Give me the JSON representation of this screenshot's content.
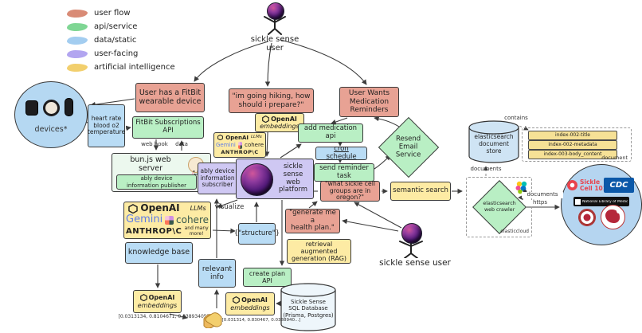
{
  "legend": {
    "items": [
      {
        "label": "user flow",
        "color": "#d98b76"
      },
      {
        "label": "api/service",
        "color": "#7fd694"
      },
      {
        "label": "data/static",
        "color": "#a3cdf0"
      },
      {
        "label": "user-facing",
        "color": "#b2a5f0"
      },
      {
        "label": "artificial intelligence",
        "color": "#f2cf6d"
      }
    ]
  },
  "users": {
    "top": "sickle sense user",
    "bottom": "sickle sense user"
  },
  "nodes": {
    "fitbit_user": "User has a FitBit\nwearable device",
    "devices": "devices*",
    "vitals": "heart rate\nblood o2\ntemperature",
    "fitbit_api": "FitBit Subscriptions API",
    "web_hook": "web hook",
    "data": "data",
    "bun_server": "bun.js web\nserver",
    "ably_publisher": "ably device\ninformation publisher",
    "ably_subscriber": "ably device\ninformation\nsubscriber",
    "web_platform": "sickle sense\nweb platform",
    "hiking_question": "\"im going hiking, how\nshould i prepare?\"",
    "add_medication_api": "add medication api",
    "cron_schedule": "cron schedule",
    "send_reminder_task": "send reminder task",
    "medication_reminders": "User Wants\nMedication\nReminders",
    "resend_email": "Resend\nEmail\nService",
    "groups_question": "\"what sickle cell\ngroups are in oregon?\"",
    "semantic_search": "semantic search",
    "knowledge_base": "knowledge base",
    "relevant_info": "relevant\ninfo",
    "structure": "{\"structure\"}",
    "plan_question": "\"generate me a\nhealth plan.\"",
    "rag": "retrieval augmented\ngeneration (RAG)",
    "create_plan_api": "create plan API",
    "visualize": "visualize"
  },
  "ai": {
    "openai": "OpenAI",
    "llms": "LLMs",
    "gemini": "Gemini",
    "cohere": "cohere",
    "anthropic": "ANTHROP\\C",
    "more": "and many more!",
    "embeddings": "embeddings"
  },
  "vectors": {
    "left": "[0.0313134, 0.8104671, 0.038934053...]",
    "right": "[0.031314, 0.830467, 0.0388940...]"
  },
  "elastic": {
    "store": "elasticsearch\ndocument\nstore",
    "contains": "contains",
    "indexes": [
      "index-002-title",
      "index-002-metadata",
      "index-003-body_content"
    ],
    "document": "document",
    "documents_in": "documents",
    "crawler": "elasticsearch\nweb crawler",
    "provider": "elasticcloud",
    "documents_out": "documents",
    "https": "https"
  },
  "sources": {
    "sickle_cell_101": "Sickle\nCell 101",
    "cdc": "CDC",
    "nlm": "National Library of Medicine"
  },
  "database": {
    "sql": "Sickle Sense\nSQL Database\n(Prisma, Postgres)"
  },
  "colors": {
    "user_flow_fill": "#e8a294",
    "api_service_fill": "#b9efc4",
    "data_static_fill": "#b9dcf5",
    "user_facing_fill": "#cfc8f3",
    "ai_fill": "#fdeba4"
  }
}
